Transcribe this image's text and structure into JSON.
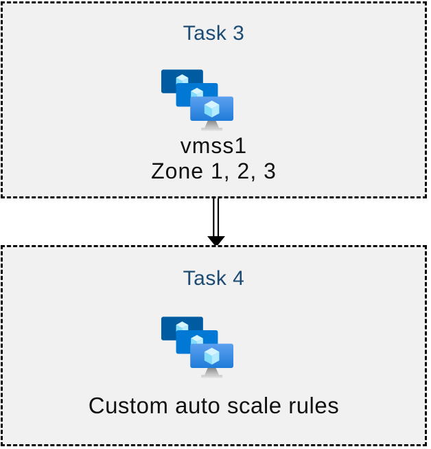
{
  "diagram": {
    "type": "flow",
    "description": "Two dashed task boxes connected by a downward double-line arrow"
  },
  "colors": {
    "page_bg": "#FFFFFF",
    "box_bg": "#F1F1F1",
    "box_border": "#000000",
    "task_title": "#1B4A73",
    "body_text": "#111111",
    "monitor_back": "#005BA1",
    "monitor_middle": "#0078D4",
    "monitor_front_top": "#5EA0EF",
    "monitor_front_bottom": "#1F7CD9",
    "cube_top": "#D7F5FF",
    "cube_left": "#84DEFB",
    "cube_right": "#B6ECFF",
    "stand_top": "#8A8A8A",
    "stand_bottom": "#D0D0D0",
    "stand_base_top": "#C6C6C6",
    "stand_base_bottom": "#E6E6E6",
    "arrow": "#000000"
  },
  "tasks": [
    {
      "label": "Task 3",
      "icon": "vm-scale-sets-icon",
      "lines": [
        "vmss1",
        "Zone 1, 2, 3"
      ]
    },
    {
      "label": "Task 4",
      "icon": "vm-scale-sets-icon",
      "lines": [
        "Custom auto scale rules"
      ]
    }
  ],
  "connector": {
    "type": "double-line-arrow",
    "direction": "down",
    "from": "Task 3",
    "to": "Task 4"
  }
}
